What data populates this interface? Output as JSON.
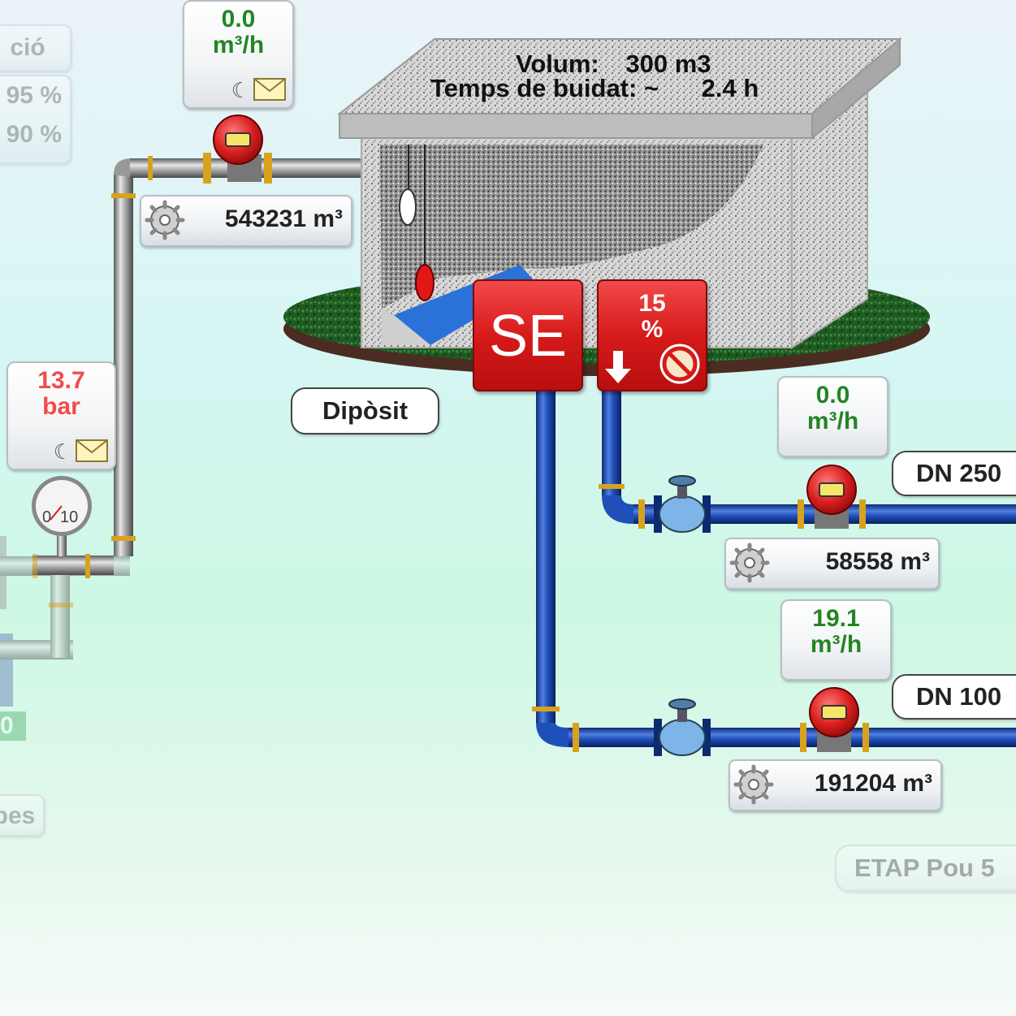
{
  "colors": {
    "flow_green": "#238523",
    "pressure_red": "#f24c4c",
    "pipe_blue": "#1f4fb8",
    "pipe_gray": "#8f8f8f",
    "alarm_red": "#d61a1a"
  },
  "left_partial": {
    "top_label": "ció",
    "value1": "95 %",
    "value2": "90 %",
    "bottom_label": "pes",
    "green_badge": "0"
  },
  "inlet": {
    "flow_value": "0.0",
    "flow_unit": "m³/h",
    "counter": "543231 m³"
  },
  "pressure": {
    "value": "13.7",
    "unit": "bar",
    "gauge_min": "0",
    "gauge_max": "10"
  },
  "tank": {
    "volume_label": "Volum:",
    "volume_value": "300 m3",
    "empty_label": "Temps de buidat: ~",
    "empty_value": "2.4 h",
    "name": "Dipòsit"
  },
  "se_button": {
    "label": "SE"
  },
  "level_button": {
    "value": "15",
    "unit": "%"
  },
  "outlet_dn250": {
    "flow_value": "0.0",
    "flow_unit": "m³/h",
    "counter": "58558 m³",
    "pipe_label": "DN 250"
  },
  "outlet_dn100": {
    "flow_value": "19.1",
    "flow_unit": "m³/h",
    "counter": "191204 m³",
    "pipe_label": "DN 100"
  },
  "destination": {
    "label": "ETAP Pou 5"
  }
}
